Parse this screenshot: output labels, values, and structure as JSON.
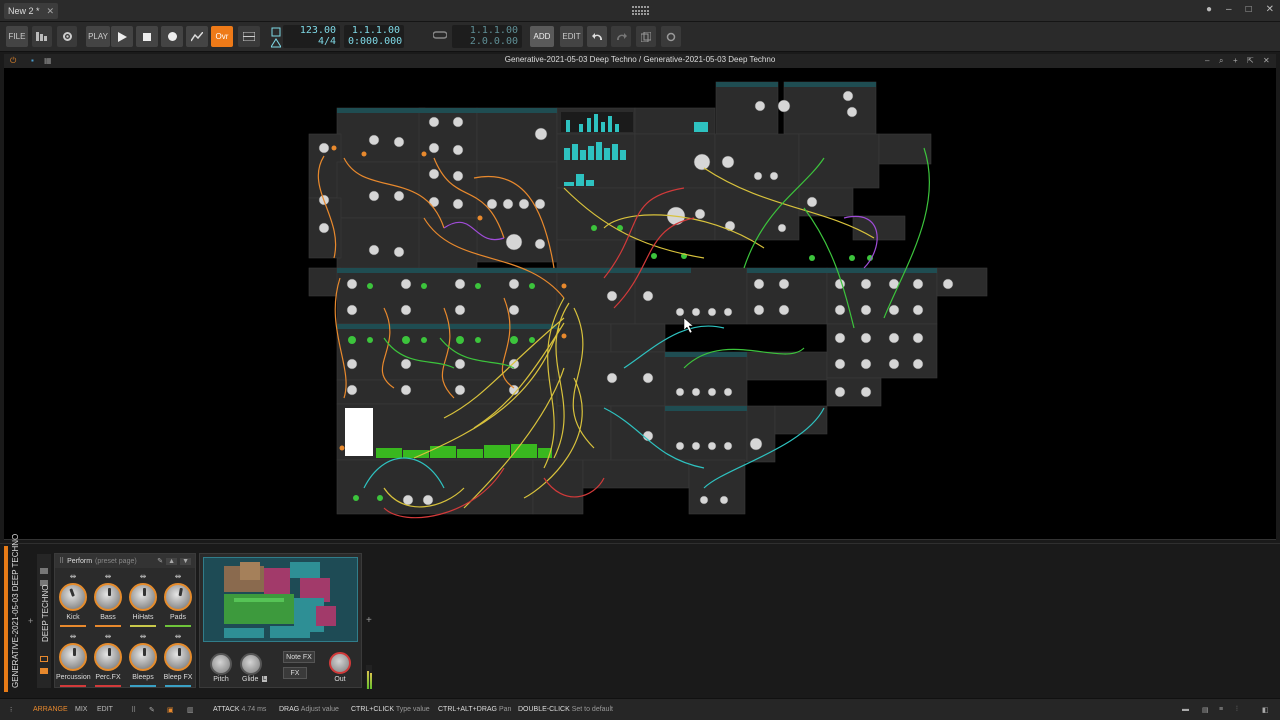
{
  "window": {
    "tab_title": "New 2 *",
    "tab_close": "✕",
    "controls": [
      "●",
      "–",
      "□",
      "✕"
    ]
  },
  "toolbar": {
    "file": "FILE",
    "play_label": "PLAY",
    "ovr": "Ovr",
    "add": "ADD",
    "edit": "EDIT",
    "tempo": "123.00",
    "time_sig": "4/4",
    "position_bars": "1.1.1.00",
    "position_time": "0:000.000",
    "loop_start": "1.1.1.00",
    "loop_length": "2.0.0.00"
  },
  "editor": {
    "title": "Generative-2021-05-03 Deep Techno / Generative-2021-05-03 Deep Techno"
  },
  "device": {
    "track_name": "GENERATIVE-2021-05-03 DEEP TECHNO",
    "device_name": "DEEP TECHNO",
    "preset_page": "Perform",
    "preset_page_sub": "(preset page)",
    "macros": [
      {
        "label": "Kick",
        "color": "#e8892d"
      },
      {
        "label": "Bass",
        "color": "#e8892d"
      },
      {
        "label": "HiHats",
        "color": "#c8c84a"
      },
      {
        "label": "Pads",
        "color": "#6ec43a"
      },
      {
        "label": "Percussion",
        "color": "#d23a3a"
      },
      {
        "label": "Perc.FX",
        "color": "#d23a3a"
      },
      {
        "label": "Bleeps",
        "color": "#3aa0c4"
      },
      {
        "label": "Bleep FX",
        "color": "#3aa0c4"
      }
    ],
    "pitch": "Pitch",
    "glide": "Glide",
    "glide_badge": "L",
    "note_fx": "Note FX",
    "fx": "FX",
    "out": "Out"
  },
  "statusbar": {
    "tabs": [
      "ARRANGE",
      "MIX",
      "EDIT"
    ],
    "active_tab": "ARRANGE",
    "hints": [
      {
        "key": "ATTACK",
        "value": "4.74 ms"
      },
      {
        "key": "DRAG",
        "value": "Adjust value"
      },
      {
        "key": "CTRL+CLICK",
        "value": "Type value"
      },
      {
        "key": "CTRL+ALT+DRAG",
        "value": "Pan"
      },
      {
        "key": "DOUBLE-CLICK",
        "value": "Set to default"
      }
    ]
  }
}
